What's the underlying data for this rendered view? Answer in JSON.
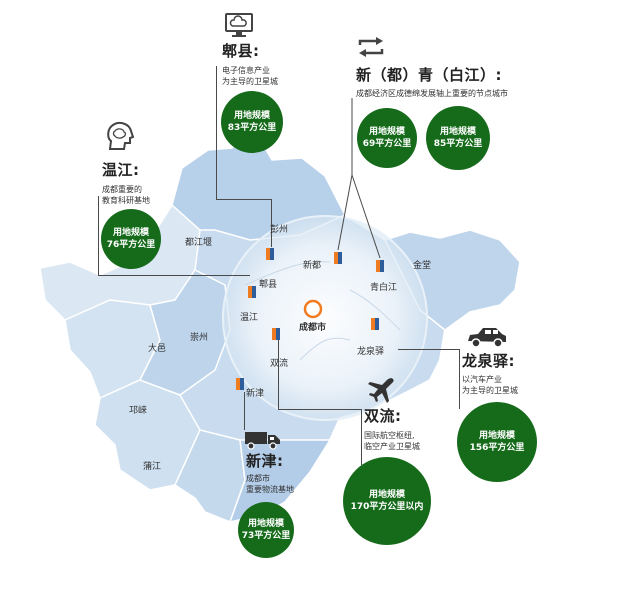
{
  "colors": {
    "bubble": "#166b1b",
    "map_light": "#dce8f4",
    "map_mid": "#c2d8ee",
    "map_dark": "#a9c8e6",
    "core": "#f27a1f",
    "marker_orange": "#f07c22",
    "marker_blue": "#2f5d9b"
  },
  "center": {
    "label": "成都市"
  },
  "districts": {
    "pengzhou": "彭州",
    "dujiangyan": "都江堰",
    "xindu": "新都",
    "jintang": "金堂",
    "pixian": "郫县",
    "qingbaijiang": "青白江",
    "wenjiang": "温江",
    "chongzhou": "崇州",
    "dayi": "大邑",
    "qionglai": "邛崃",
    "pujiang": "蒲江",
    "shuangliu": "双流",
    "longquanyi": "龙泉驿",
    "xinjin": "新津"
  },
  "callouts": {
    "pixian": {
      "icon": "cloud-computer-icon",
      "title": "郫县:",
      "desc": [
        "电子信息产业",
        "为主导的卫星城"
      ],
      "bubble": [
        "用地规模",
        "83平方公里"
      ],
      "area_km2": 83
    },
    "xinqing": {
      "icon": "transfer-arrows-icon",
      "title": "新（都）青（白江）:",
      "desc": [
        "成都经济区成德绵发展轴上重要的节点城市"
      ],
      "bubbles": [
        [
          "用地规模",
          "69平方公里"
        ],
        [
          "用地规模",
          "85平方公里"
        ]
      ],
      "areas_km2": [
        69,
        85
      ]
    },
    "wenjiang": {
      "icon": "brain-head-icon",
      "title": "温江:",
      "desc": [
        "成都重要的",
        "教育科研基地"
      ],
      "bubble": [
        "用地规模",
        "76平方公里"
      ],
      "area_km2": 76
    },
    "longquanyi": {
      "icon": "car-icon",
      "title": "龙泉驿:",
      "desc": [
        "以汽车产业",
        "为主导的卫星城"
      ],
      "bubble": [
        "用地规模",
        "156平方公里"
      ],
      "area_km2": 156
    },
    "shuangliu": {
      "icon": "airplane-icon",
      "title": "双流:",
      "desc": [
        "国际航空枢纽,",
        "临空产业卫星城"
      ],
      "bubble": [
        "用地规模",
        "170平方公里以内"
      ],
      "area_km2": 170
    },
    "xinjin": {
      "icon": "truck-icon",
      "title": "新津:",
      "desc": [
        "成都市",
        "重要物流基地"
      ],
      "bubble": [
        "用地规模",
        "73平方公里"
      ],
      "area_km2": 73
    }
  }
}
